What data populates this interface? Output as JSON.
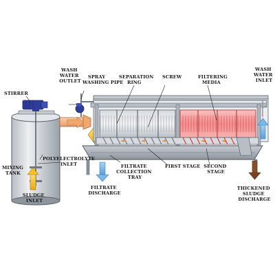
{
  "labels": {
    "stirrer": "STIRRER",
    "wash_water_outlet": [
      "WASH",
      "WATER",
      "OUTLET"
    ],
    "spray_washing_pipe": [
      "SPRAY",
      "WASHING PIPE"
    ],
    "separation_ring": [
      "SEPARATION",
      "RING"
    ],
    "screw": "SCREW",
    "filtering_media": [
      "FILTERING",
      "MEDIA"
    ],
    "wash_water_inlet": [
      "WASH",
      "WATER",
      "INLET"
    ],
    "mixing_tank": [
      "MIXING",
      "TANK"
    ],
    "polyelectrolyte_inlet": [
      "POLYELECTROLYTE",
      "INLET"
    ],
    "sludge_inlet": [
      "SLUDGE",
      "INLET"
    ],
    "filtrate_collection_tray": [
      "FILTRATE",
      "COLLECTION",
      "TRAY"
    ],
    "first_stage": "FIRST STAGE",
    "second_stage": [
      "SECOND",
      "STAGE"
    ],
    "filtrate_discharge": [
      "FILTRATE",
      "DISCHARGE"
    ],
    "thickened_sludge_discharge": [
      "THICKENED",
      "SLUDGE",
      "DISCHARGE"
    ]
  },
  "colors": {
    "metal_light": "#d7dbe0",
    "metal_mid": "#aeb4bb",
    "metal_dark": "#6f7780",
    "motor_blue": "#2e3d9a",
    "sludge_yellow": "#f2c12a",
    "flow_blue": "#79b8e8",
    "filter_pink": "#f4a3a3",
    "filter_red": "#d23a3a",
    "discharge_brown": "#7a4220",
    "pipe_orange": "#f5b98d"
  }
}
